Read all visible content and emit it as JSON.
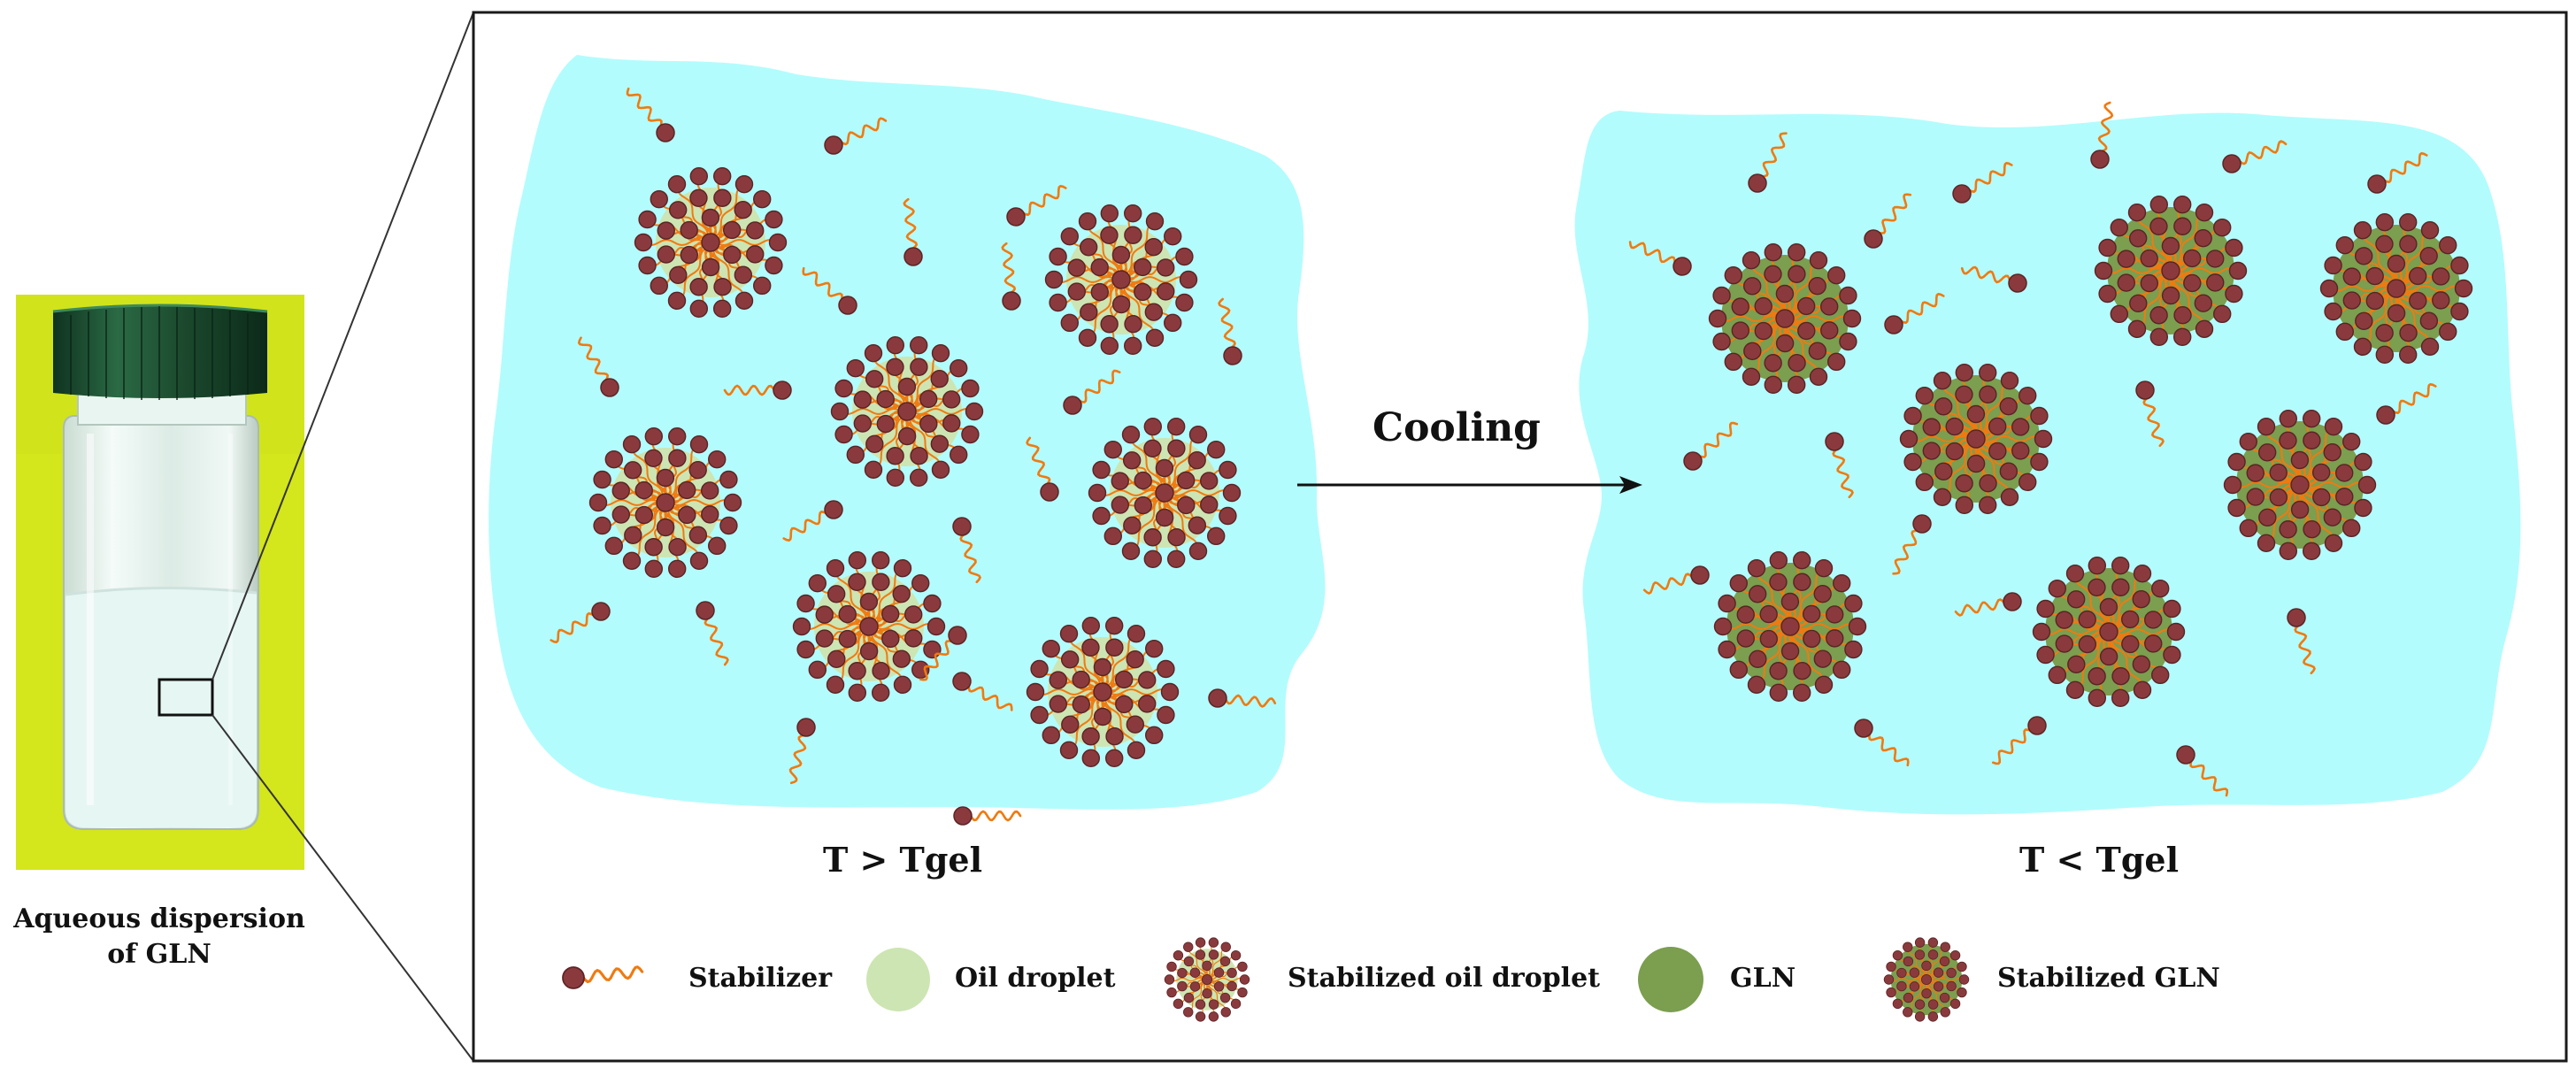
{
  "photo": {
    "caption_line1": "Aqueous dispersion",
    "caption_line2": "of GLN"
  },
  "diagram": {
    "left_label": "T > Tgel",
    "right_label": "T < Tgel",
    "arrow_label": "Cooling"
  },
  "legend": {
    "stabilizer": "Stabilizer",
    "oil_droplet": "Oil droplet",
    "stabilized_oil_droplet": "Stabilized oil droplet",
    "gln": "GLN",
    "stabilized_gln": "Stabilized GLN"
  },
  "colors": {
    "medium": "#b3fcfd",
    "stabilizer_head": "#8a3a3d",
    "stabilizer_tail": "#f07a10",
    "oil_droplet": "#cde5b2",
    "gln": "#7b9e4f",
    "vial_background": "#d6ea1e",
    "vial_cap": "#1c4a2e",
    "vial_liquid": "#e4f4f0"
  }
}
